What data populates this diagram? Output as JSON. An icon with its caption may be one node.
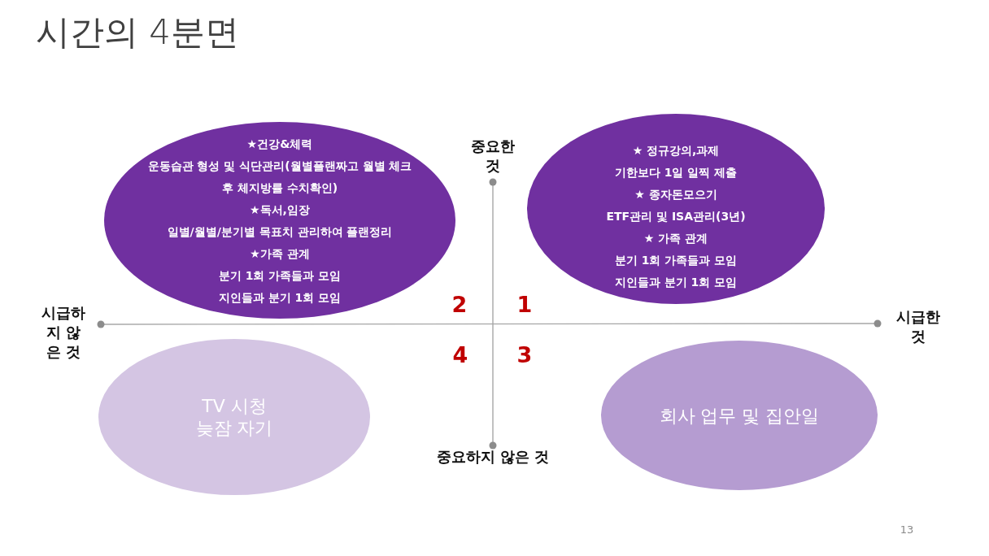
{
  "diagram": {
    "title": "시간의 4분면",
    "nodes": [
      {
        "text": [
          "★건강&체력",
          "운동습관 형성 및 식단관리(월별플랜짜고 월별 체크 후 체지방률 수치확인)",
          "★독서,임장",
          "일별/월별/분기별 목표치 관리하여 플랜정리",
          "★가족 관계",
          "분기 1회 가족들과 모임",
          "지인들과 분기 1회 모임"
        ]
      },
      {
        "text": [
          "★ 정규강의,과제",
          "기한보다 1일 일찍 제출",
          "★ 종자돈모으기",
          "ETF관리 및 ISA관리(3년)",
          "★ 가족 관계",
          "분기 1회 가족들과 모임",
          "지인들과 분기 1회 모임"
        ]
      },
      {
        "text": [
          "TV 시청",
          "늦잠 자기"
        ]
      },
      {
        "text": [
          "회사 업무 및 집안일"
        ]
      }
    ],
    "labels": [
      "중요한 것",
      "시급하지 않은 것",
      "2",
      "1",
      "시급한 것",
      "4",
      "3",
      "중요하지 않은 것",
      "13"
    ]
  }
}
